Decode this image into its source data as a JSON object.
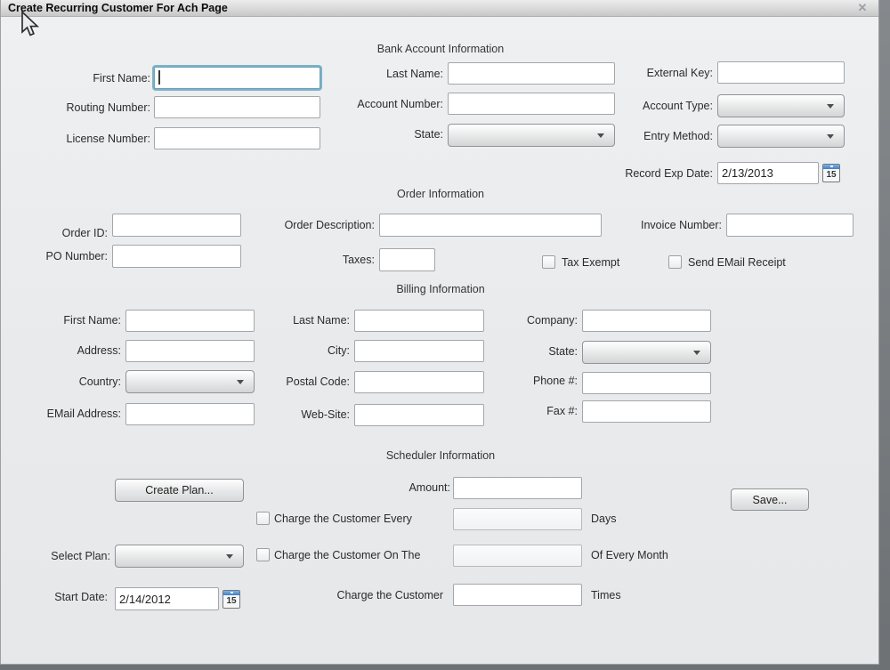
{
  "window": {
    "title": "Create Recurring Customer For Ach Page",
    "close_glyph": "✕"
  },
  "bank": {
    "header": "Bank Account Information",
    "first_name_label": "First Name:",
    "routing_number_label": "Routing Number:",
    "license_number_label": "License Number:",
    "last_name_label": "Last Name:",
    "account_number_label": "Account Number:",
    "state_label": "State:",
    "external_key_label": "External Key:",
    "account_type_label": "Account Type:",
    "entry_method_label": "Entry Method:",
    "record_exp_date_label": "Record Exp Date:",
    "record_exp_date_value": "2/13/2013"
  },
  "order": {
    "header": "Order Information",
    "order_id_label": "Order ID:",
    "po_number_label": "PO Number:",
    "order_description_label": "Order Description:",
    "taxes_label": "Taxes:",
    "invoice_number_label": "Invoice Number:",
    "tax_exempt_label": "Tax Exempt",
    "send_email_receipt_label": "Send EMail Receipt"
  },
  "billing": {
    "header": "Billing Information",
    "first_name_label": "First Name:",
    "address_label": "Address:",
    "country_label": "Country:",
    "email_address_label": "EMail Address:",
    "last_name_label": "Last Name:",
    "city_label": "City:",
    "postal_code_label": "Postal Code:",
    "web_site_label": "Web-Site:",
    "company_label": "Company:",
    "state_label": "State:",
    "phone_label": "Phone #:",
    "fax_label": "Fax #:"
  },
  "scheduler": {
    "header": "Scheduler Information",
    "create_plan_button": "Create Plan...",
    "amount_label": "Amount:",
    "save_button": "Save...",
    "charge_every_label": "Charge the Customer Every",
    "days_label": "Days",
    "select_plan_label": "Select Plan:",
    "charge_on_the_label": "Charge the Customer On The",
    "of_every_month_label": "Of Every Month",
    "start_date_label": "Start Date:",
    "start_date_value": "2/14/2012",
    "charge_customer_label": "Charge the Customer",
    "times_label": "Times"
  },
  "icons": {
    "calendar_day": "15"
  },
  "colors": {
    "focus_ring": "#7fb2c6",
    "dialog_bg": "#e9ebed",
    "titlebar_bg": "#d9d9d9",
    "calendar_blue": "#3f7fc4"
  }
}
